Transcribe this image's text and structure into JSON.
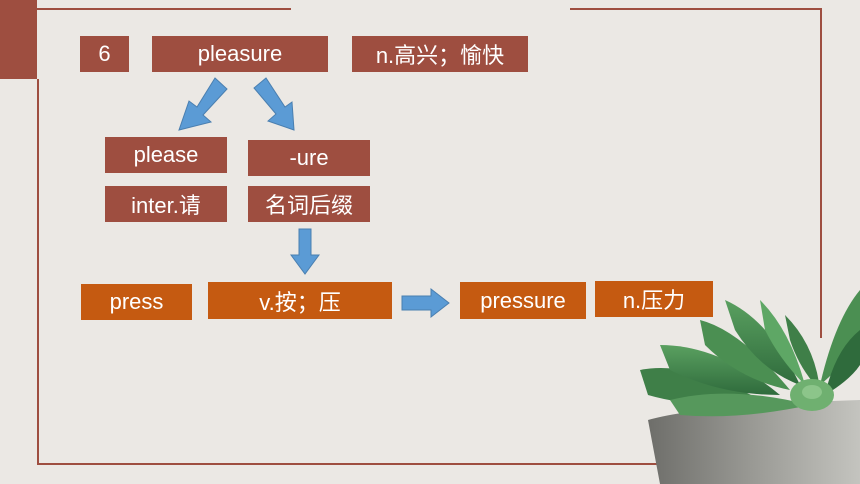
{
  "boxes": {
    "number": "6",
    "word": "pleasure",
    "word_meaning": "n.高兴；愉快",
    "root": "please",
    "root_meaning": "inter.请",
    "suffix": "-ure",
    "suffix_meaning": "名词后缀",
    "example_root": "press",
    "example_root_meaning": "v.按；压",
    "example_word": "pressure",
    "example_word_meaning": "n.压力"
  },
  "colors": {
    "brown": "#9e4e40",
    "orange": "#c55a11",
    "arrow_blue": "#5b9bd5",
    "background": "#ebe8e4"
  },
  "icons": [
    "down-left-arrow-icon",
    "down-right-arrow-icon",
    "down-arrow-icon",
    "right-arrow-icon",
    "succulent-plant-image"
  ]
}
